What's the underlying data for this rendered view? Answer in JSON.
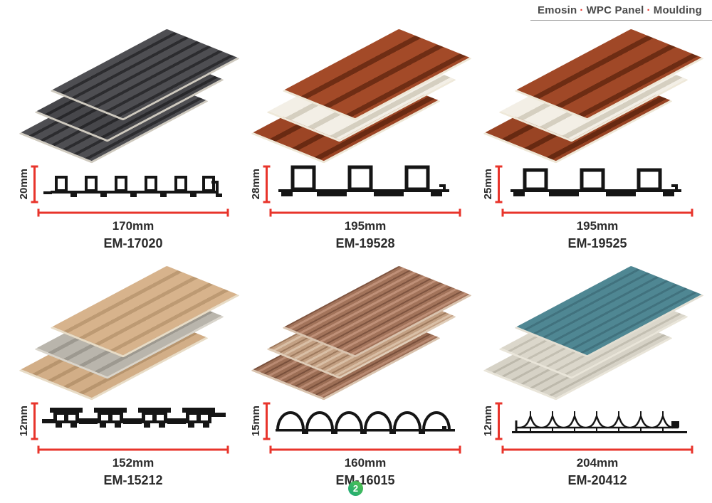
{
  "header": {
    "brand": "Emosin",
    "separator": "·",
    "category": "WPC Panel",
    "subcategory": "Moulding"
  },
  "page": {
    "number": "2"
  },
  "colors": {
    "dimension_red": "#e8342b",
    "label_text": "#2b2b2b",
    "header_text": "#4a4a4a",
    "badge_green_light": "#58c44d",
    "badge_green_dark": "#19a87b"
  },
  "products": [
    {
      "code": "EM-17020",
      "height_label": "20mm",
      "width_label": "170mm",
      "panel": {
        "layers": [
          {
            "style": "slat-thin",
            "face": "#4e4e52",
            "groove": "#2c2c2f",
            "edge": "#cfcabf"
          },
          {
            "style": "slat-thin",
            "face": "#47474b",
            "groove": "#28282b",
            "edge": "#cfcabf"
          },
          {
            "style": "slat-thin",
            "face": "#4e4e52",
            "groove": "#2c2c2f",
            "edge": "#cfcabf"
          }
        ]
      }
    },
    {
      "code": "EM-19528",
      "height_label": "28mm",
      "width_label": "195mm",
      "panel": {
        "layers": [
          {
            "style": "slat-wide",
            "face": "#a34a28",
            "groove": "#6f2d14",
            "edge": "#eee7d6"
          },
          {
            "style": "slat-wide",
            "face": "#f3efe6",
            "groove": "#d5cfc0",
            "edge": "#efe9da"
          },
          {
            "style": "slat-wide",
            "face": "#9c4525",
            "groove": "#6a2a12",
            "edge": "#eee7d6"
          }
        ]
      }
    },
    {
      "code": "EM-19525",
      "height_label": "25mm",
      "width_label": "195mm",
      "panel": {
        "layers": [
          {
            "style": "slat-wide",
            "face": "#a04827",
            "groove": "#6d2c13",
            "edge": "#eee7d6"
          },
          {
            "style": "slat-wide",
            "face": "#f3efe6",
            "groove": "#d5cfc0",
            "edge": "#efe9da"
          },
          {
            "style": "slat-wide",
            "face": "#994424",
            "groove": "#672911",
            "edge": "#eee7d6"
          }
        ]
      }
    },
    {
      "code": "EM-15212",
      "height_label": "12mm",
      "width_label": "152mm",
      "panel": {
        "layers": [
          {
            "style": "slat-med",
            "face": "#d7b38c",
            "groove": "#bd9a73",
            "edge": "#e8dcc6"
          },
          {
            "style": "slat-med",
            "face": "#b9b5ac",
            "groove": "#9d9990",
            "edge": "#d9d5cc"
          },
          {
            "style": "slat-med",
            "face": "#d2ae87",
            "groove": "#b8956e",
            "edge": "#e8dcc6"
          }
        ]
      }
    },
    {
      "code": "EM-16015",
      "height_label": "15mm",
      "width_label": "160mm",
      "panel": {
        "layers": [
          {
            "style": "round",
            "face": "#a2735a",
            "groove": "#7e5440",
            "hi": "#bf9078",
            "edge": "#d9c3ae"
          },
          {
            "style": "round",
            "face": "#c3a083",
            "groove": "#9e7a5e",
            "hi": "#d9bfa6",
            "edge": "#e0cdb8"
          },
          {
            "style": "round",
            "face": "#9c6e55",
            "groove": "#79503c",
            "hi": "#b98a72",
            "edge": "#d9c3ae"
          }
        ]
      }
    },
    {
      "code": "EM-20412",
      "height_label": "12mm",
      "width_label": "204mm",
      "panel": {
        "layers": [
          {
            "style": "wave",
            "face": "#4f8793",
            "groove": "#41727e",
            "edge": "#e2ded2"
          },
          {
            "style": "wave",
            "face": "#dbd7cb",
            "groove": "#c3bfb2",
            "edge": "#e9e5d9"
          },
          {
            "style": "wave",
            "face": "#d6d2c6",
            "groove": "#bdb9ac",
            "edge": "#e9e5d9"
          }
        ]
      }
    }
  ]
}
